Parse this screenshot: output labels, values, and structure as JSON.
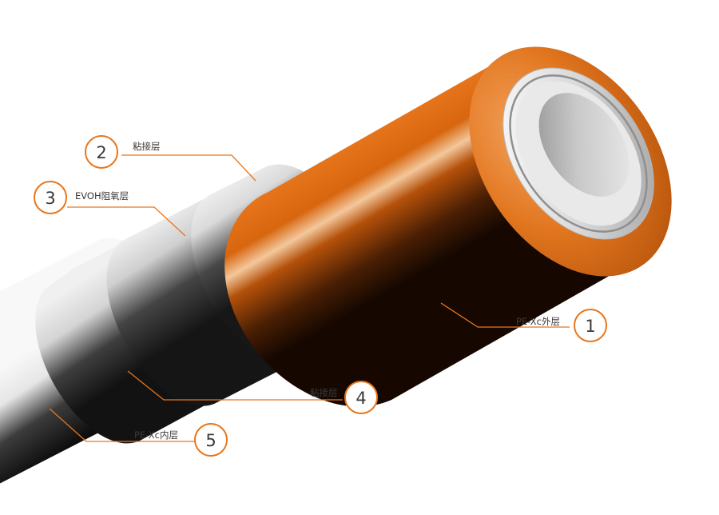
{
  "accent_color": "#e8761c",
  "layers": [
    {
      "number": "1",
      "label": "PE-Xc外层"
    },
    {
      "number": "2",
      "label": "粘接层"
    },
    {
      "number": "3",
      "label": "EVOH阻氧层"
    },
    {
      "number": "4",
      "label": "粘接层"
    },
    {
      "number": "5",
      "label": "PE-Xc内层"
    }
  ]
}
